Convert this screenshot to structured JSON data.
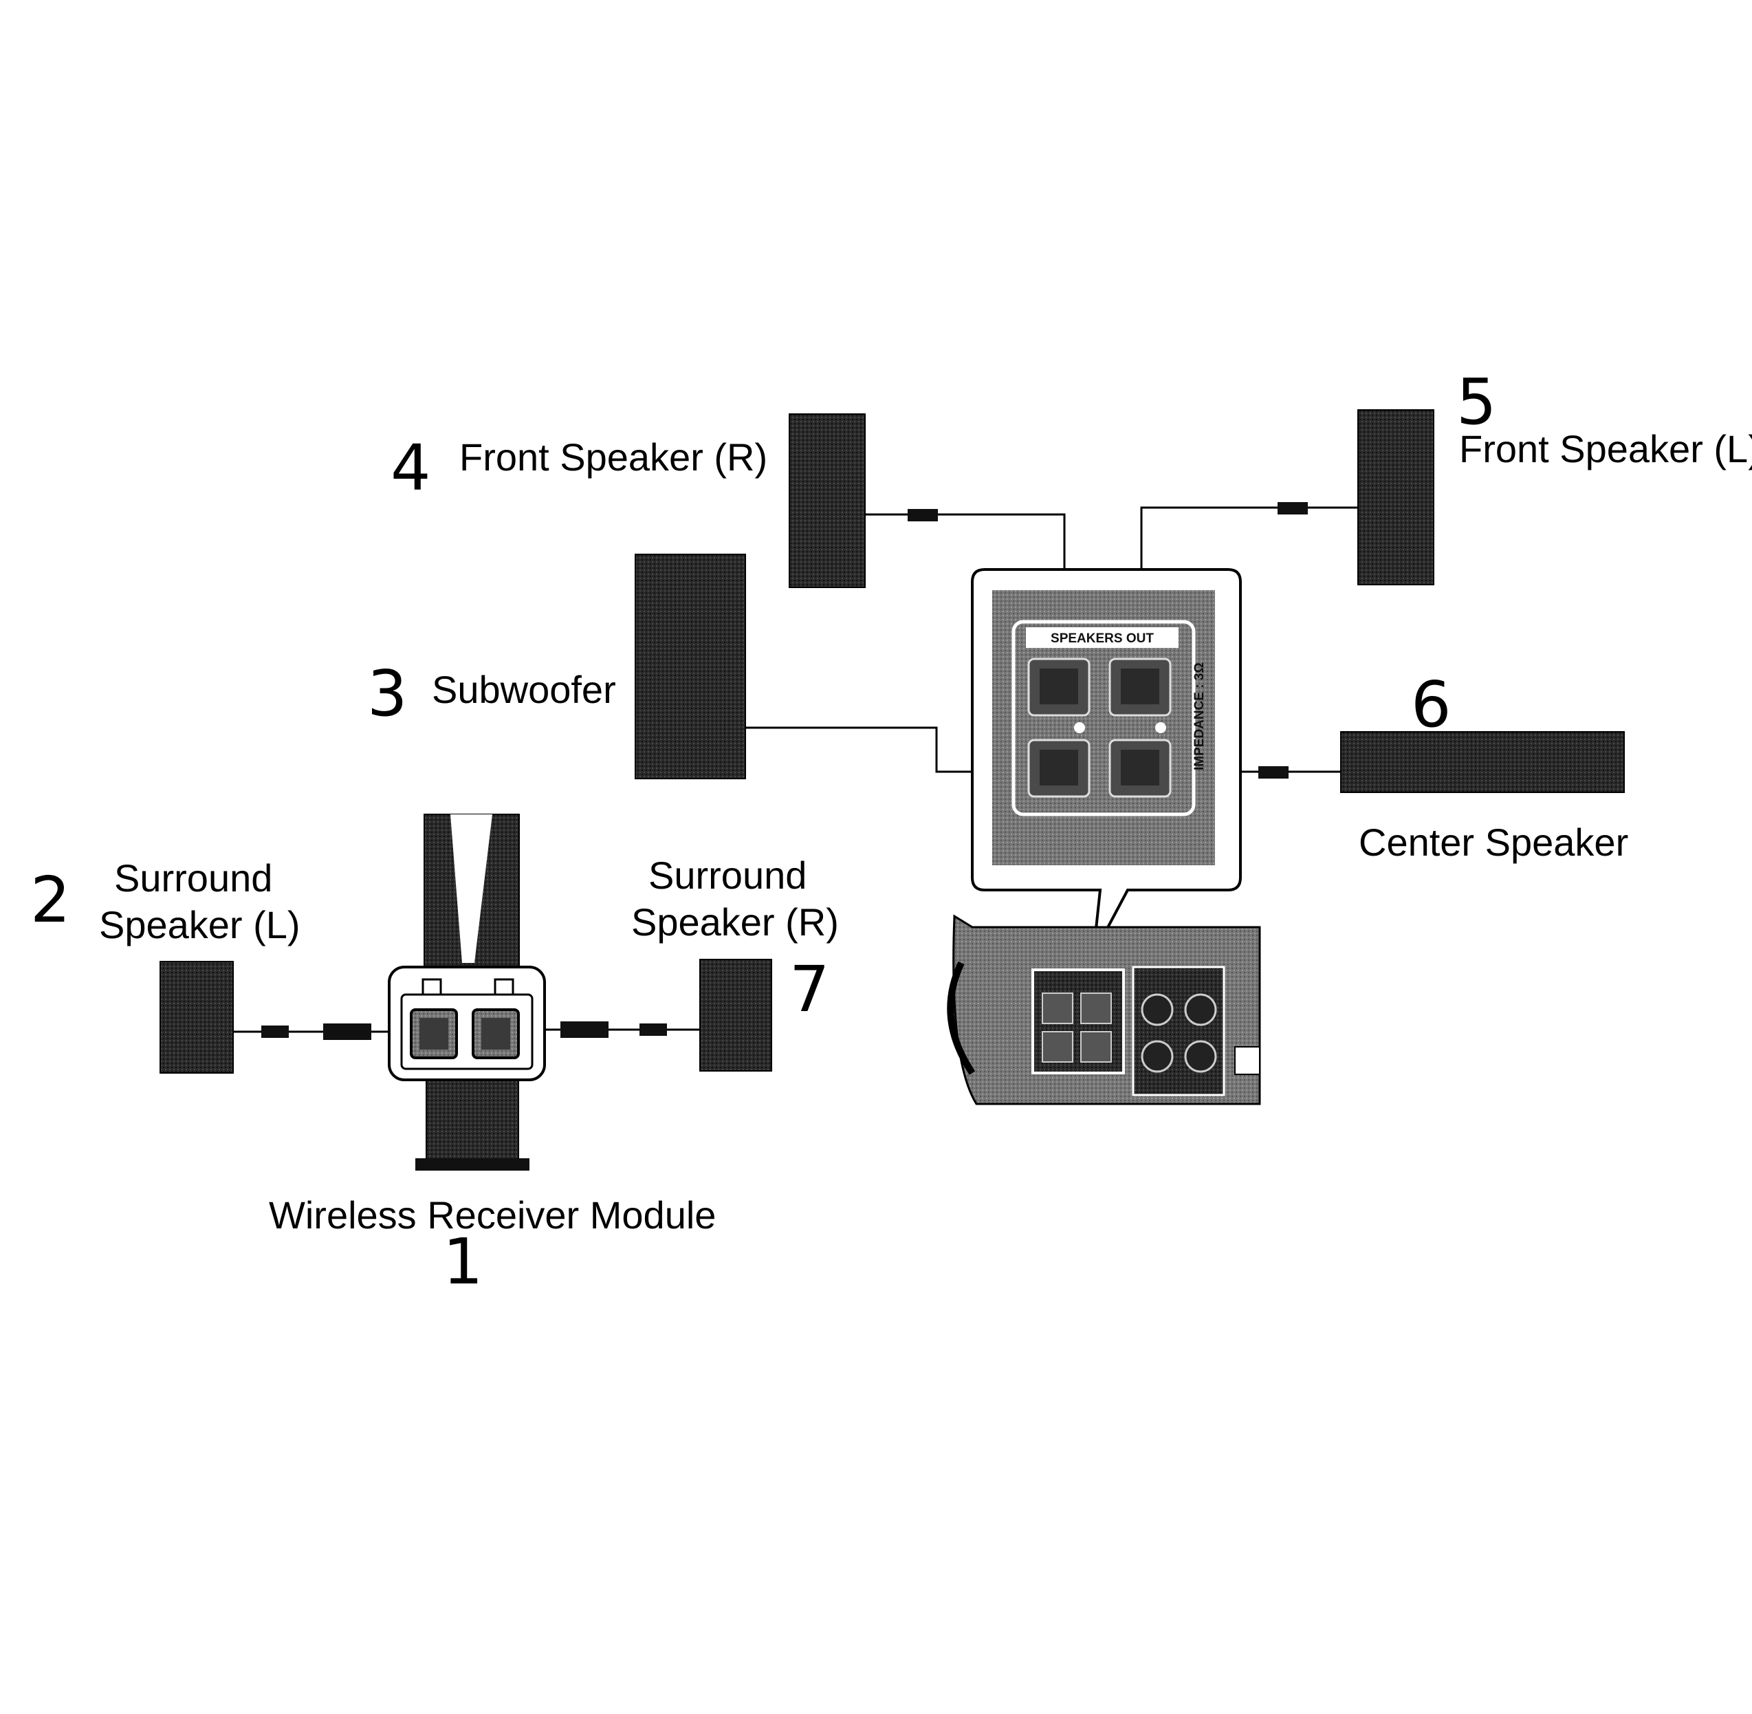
{
  "labels": {
    "front_right": "Front Speaker (R)",
    "front_left": "Front Speaker (L)",
    "subwoofer": "Subwoofer",
    "center": "Center Speaker",
    "surround_left_line1": "Surround",
    "surround_left_line2": "Speaker (L)",
    "surround_right_line1": "Surround",
    "surround_right_line2": "Speaker (R)",
    "wireless_module": "Wireless Receiver Module"
  },
  "numbers": {
    "wireless_module": "1",
    "surround_left": "2",
    "subwoofer": "3",
    "front_right": "4",
    "front_left": "5",
    "center": "6",
    "surround_right": "7"
  },
  "panel": {
    "speakers_out": "SPEAKERS OUT",
    "impedance": "IMPEDANCE : 3Ω"
  },
  "colors": {
    "speaker": "#161616",
    "panel_bg": "#6e6e6e",
    "wire": "#000000"
  }
}
